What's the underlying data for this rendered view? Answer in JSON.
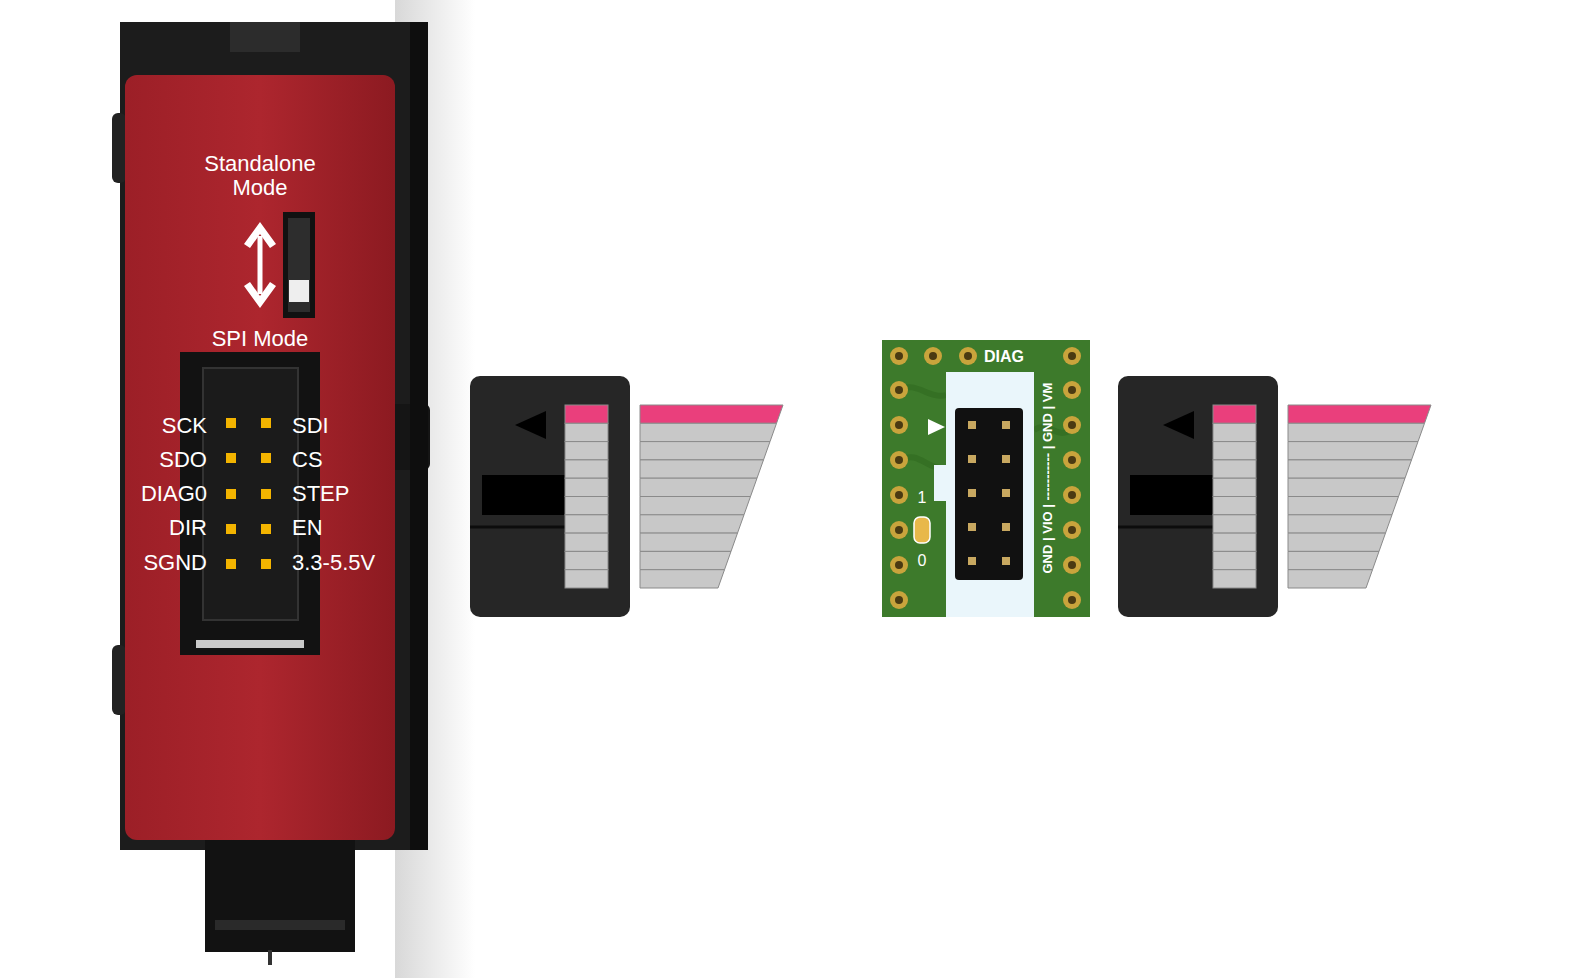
{
  "diagram": {
    "nodes": [
      {
        "text": [
          "Standalone Mode",
          "SPI Mode"
        ]
      },
      {
        "text": [
          "DIAG",
          "1",
          "0",
          "GND | VIO | ----------- | GND | VM"
        ]
      }
    ],
    "labels": [
      "SCK",
      "SDI",
      "SDO",
      "CS",
      "DIAG0",
      "STEP",
      "DIR",
      "EN",
      "SGND",
      "3.3-5.5V"
    ]
  }
}
